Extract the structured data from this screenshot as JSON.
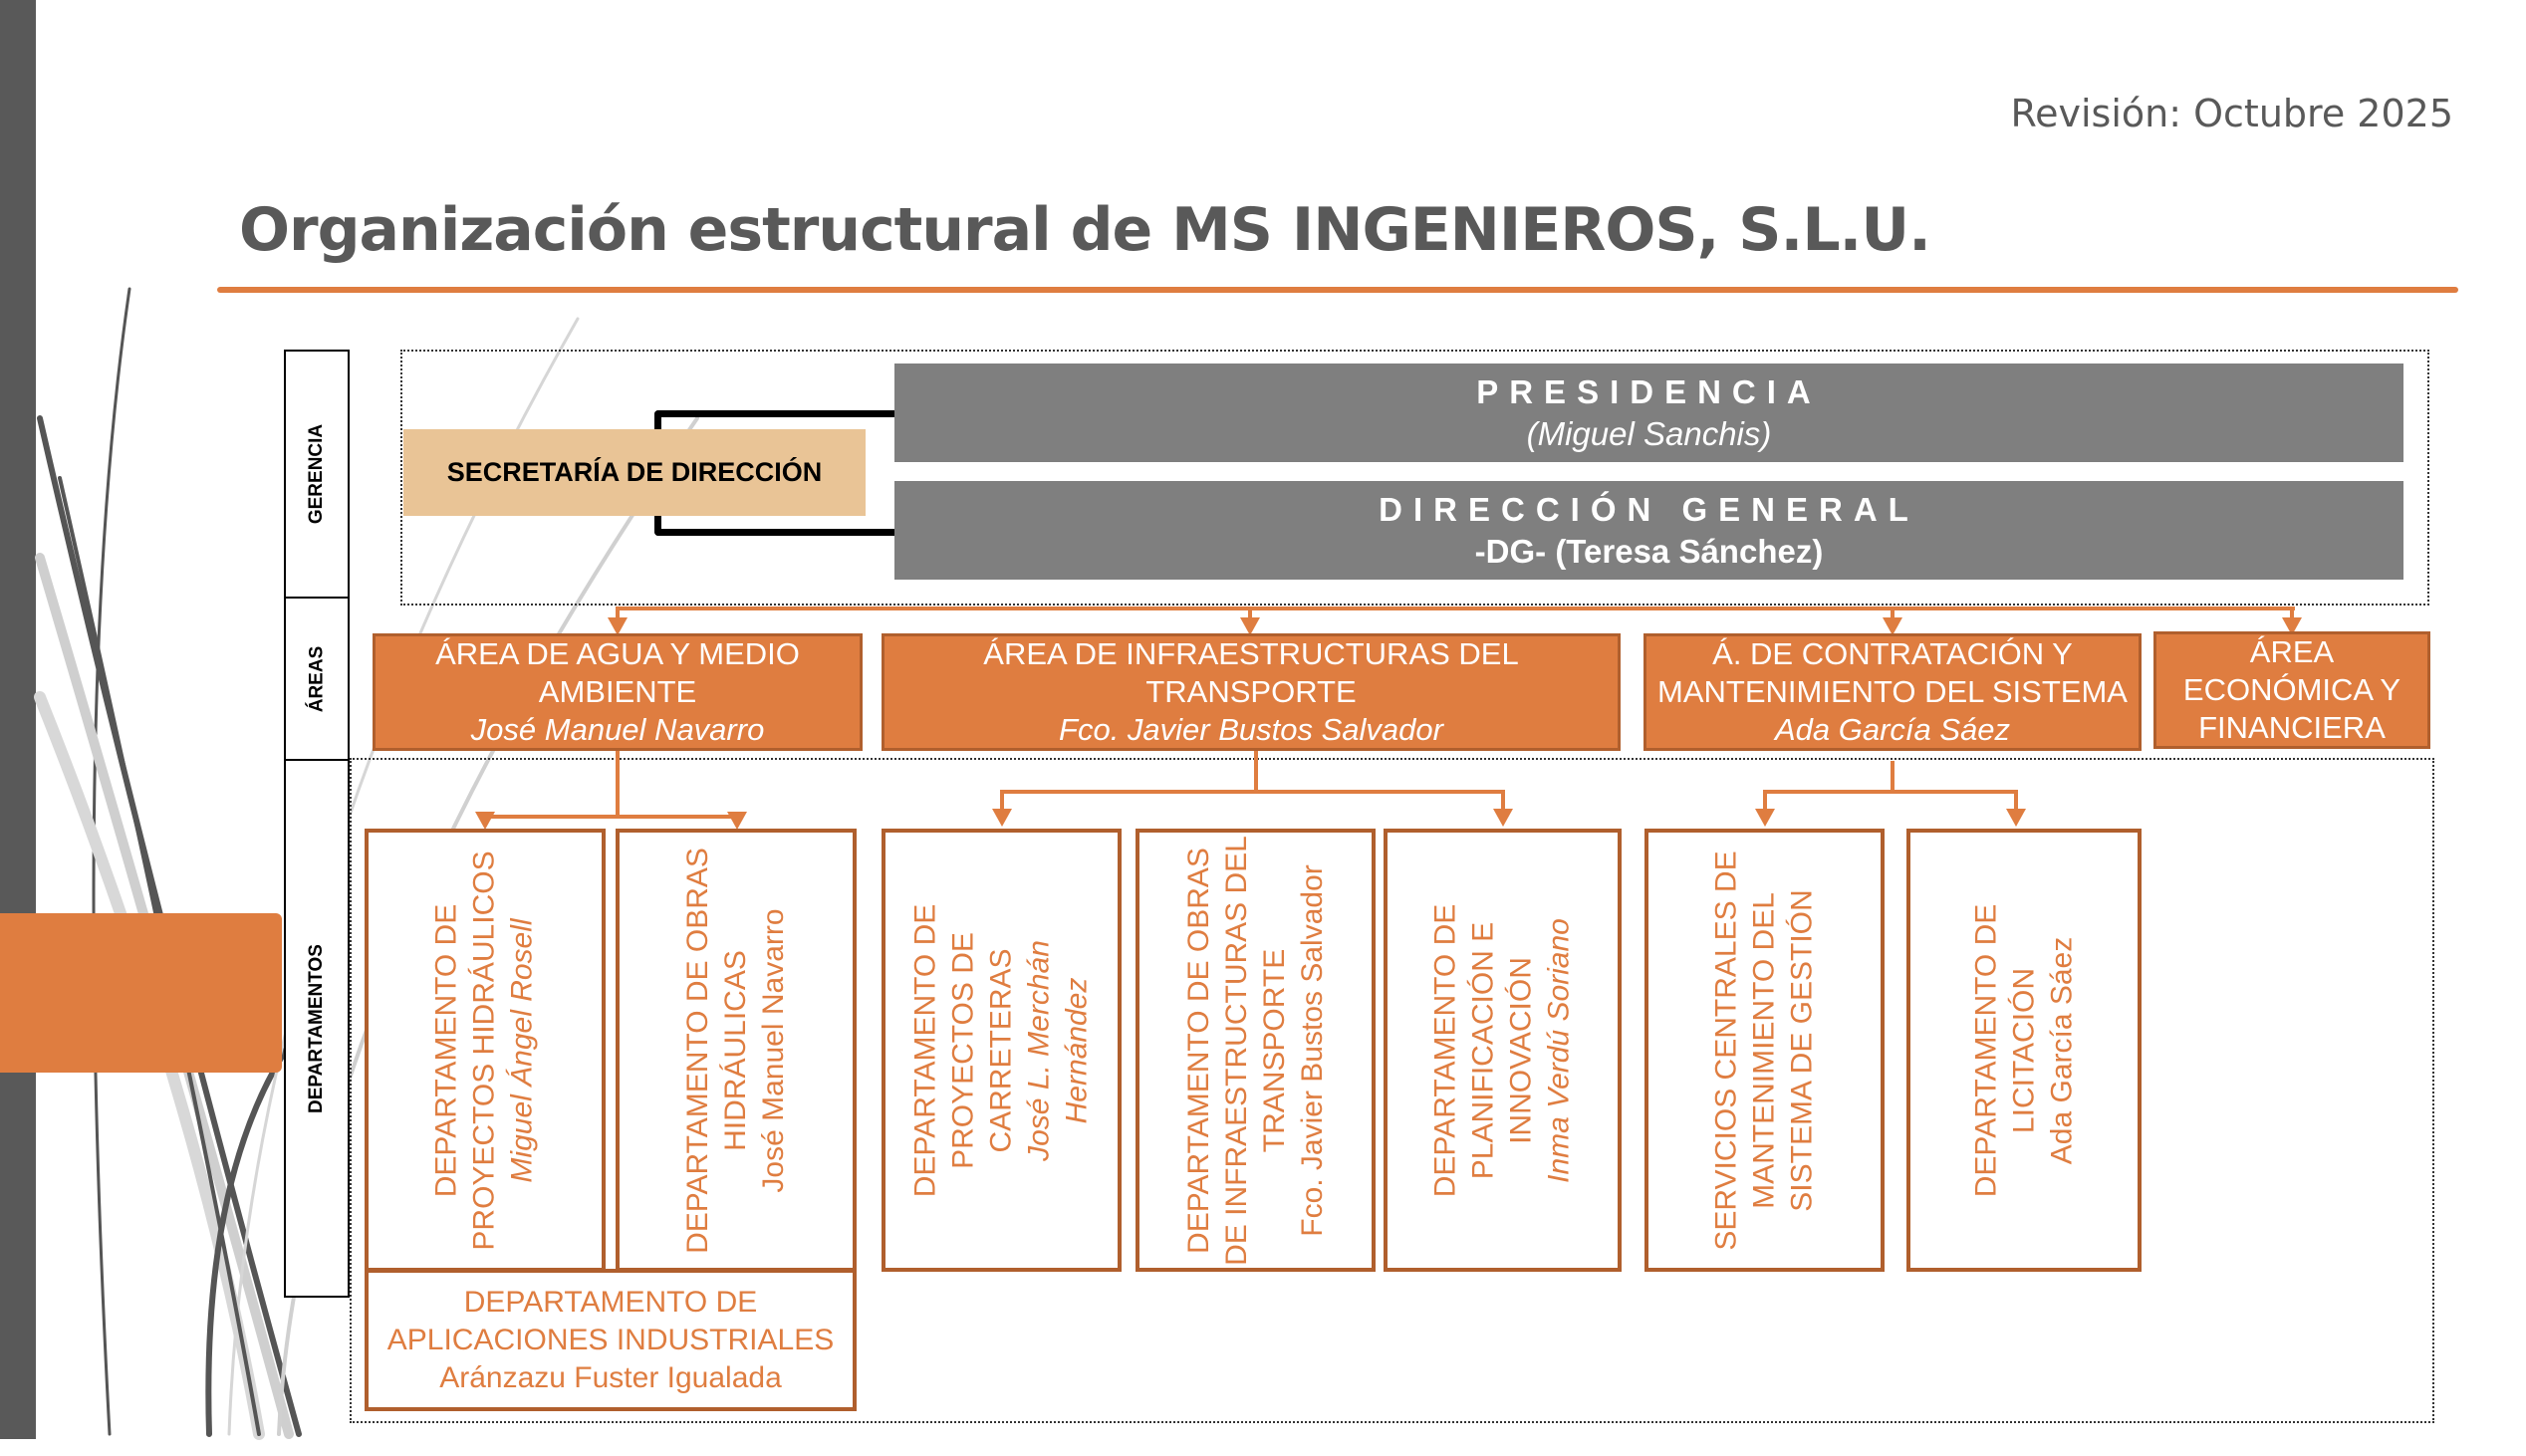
{
  "header": {
    "revision": "Revisión: Octubre 2025",
    "title": "Organización estructural de MS INGENIEROS, S.L.U."
  },
  "colors": {
    "accent_orange": "#df7d40",
    "border_orange": "#b05f2d",
    "gray_box": "#7f7f7f",
    "secretaria_fill": "#e9c496",
    "text_gray": "#595959"
  },
  "row_labels": {
    "gerencia": "GERENCIA",
    "areas": "ÁREAS",
    "departamentos": "DEPARTAMENTOS"
  },
  "gerencia": {
    "secretaria": "SECRETARÍA DE DIRECCIÓN",
    "presidencia": {
      "title": "PRESIDENCIA",
      "name": "(Miguel Sanchis)"
    },
    "direccion_general": {
      "title": "DIRECCIÓN GENERAL",
      "name": "-DG- (Teresa Sánchez)"
    }
  },
  "areas": [
    {
      "title_line1": "ÁREA DE AGUA Y MEDIO",
      "title_line2": "AMBIENTE",
      "name": "José Manuel Navarro"
    },
    {
      "title_line1": "ÁREA DE INFRAESTRUCTURAS DEL TRANSPORTE",
      "title_line2": "",
      "name": "Fco. Javier Bustos Salvador"
    },
    {
      "title_line1": "Á. DE CONTRATACIÓN Y",
      "title_line2": "MANTENIMIENTO DEL SISTEMA",
      "name": "Ada García Sáez"
    },
    {
      "title_line1": "ÁREA",
      "title_line2": "ECONÓMICA Y",
      "title_line3": "FINANCIERA"
    }
  ],
  "departments": [
    {
      "line1": "DEPARTAMENTO DE",
      "line2": "PROYECTOS HIDRÁULICOS",
      "name": "Miguel Ángel Rosell"
    },
    {
      "line1": "DEPARTAMENTO DE OBRAS",
      "line2": "HIDRÁULICAS",
      "name": "José Manuel Navarro"
    },
    {
      "line1": "DEPARTAMENTO DE",
      "line2": "PROYECTOS DE",
      "line3": "CARRETERAS",
      "name": "José L. Merchán",
      "name2": "Hernández"
    },
    {
      "line1": "DEPARTAMENTO DE OBRAS",
      "line2": "DE INFRAESTRUCTURAS DEL",
      "line3": "TRANSPORTE",
      "name": "Fco. Javier Bustos Salvador"
    },
    {
      "line1": "DEPARTAMENTO DE",
      "line2": "PLANIFICACIÓN E",
      "line3": "INNOVACIÓN",
      "name": "Inma Verdú Soriano"
    },
    {
      "line1": "SERVICIOS CENTRALES DE",
      "line2": "MANTENIMIENTO DEL",
      "line3": "SISTEMA DE GESTIÓN"
    },
    {
      "line1": "DEPARTAMENTO DE",
      "line2": "LICITACIÓN",
      "name": "Ada García Sáez"
    },
    {
      "line1": "DEPARTAMENTO DE",
      "line2": "APLICACIONES INDUSTRIALES",
      "name": "Aránzazu Fuster Igualada"
    }
  ]
}
